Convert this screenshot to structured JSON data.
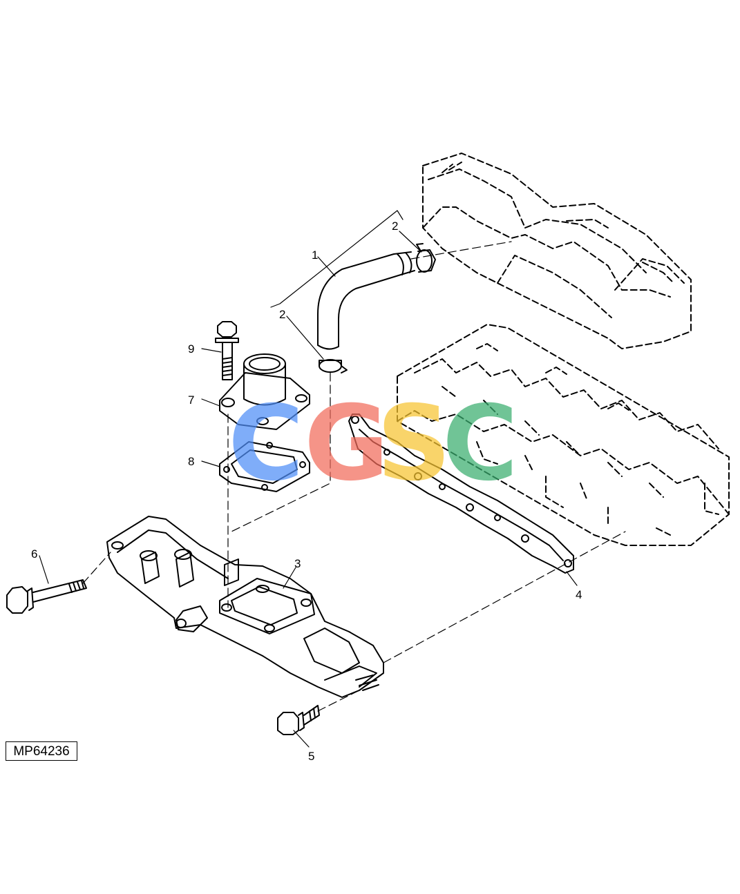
{
  "figure": {
    "reference_code": "MP64236",
    "callouts": {
      "c1": "1",
      "c2a": "2",
      "c2b": "2",
      "c3": "3",
      "c4": "4",
      "c5": "5",
      "c6": "6",
      "c7": "7",
      "c8": "8",
      "c9": "9"
    }
  },
  "watermark": {
    "letters": [
      "C",
      "G",
      "S",
      "C"
    ],
    "colors": [
      "#4f8ef7",
      "#f26b5b",
      "#f7c431",
      "#3aae6f"
    ]
  },
  "colors": {
    "line": "#000000",
    "background": "#ffffff"
  }
}
